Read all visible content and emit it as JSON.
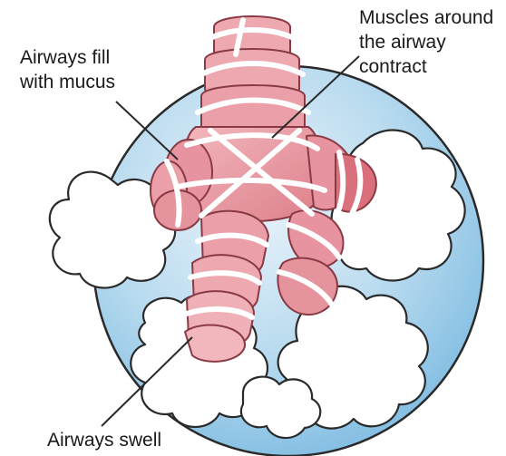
{
  "labels": {
    "mucus": [
      "Airways fill",
      "with mucus"
    ],
    "muscles": [
      "Muscles around",
      "the airway",
      "contract"
    ],
    "swell": "Airways swell"
  },
  "colors": {
    "sky_light": "#dcecf7",
    "sky": "#9ccbe8",
    "sky_deep": "#6fb3de",
    "airway_fill": "#eea8b0",
    "airway_dark": "#d9707c",
    "airway_outline": "#8a3a44",
    "band": "#ffffff",
    "cloud_fill": "#ffffff",
    "cloud_outline": "#2a2a2a",
    "text": "#1a1a1a"
  }
}
